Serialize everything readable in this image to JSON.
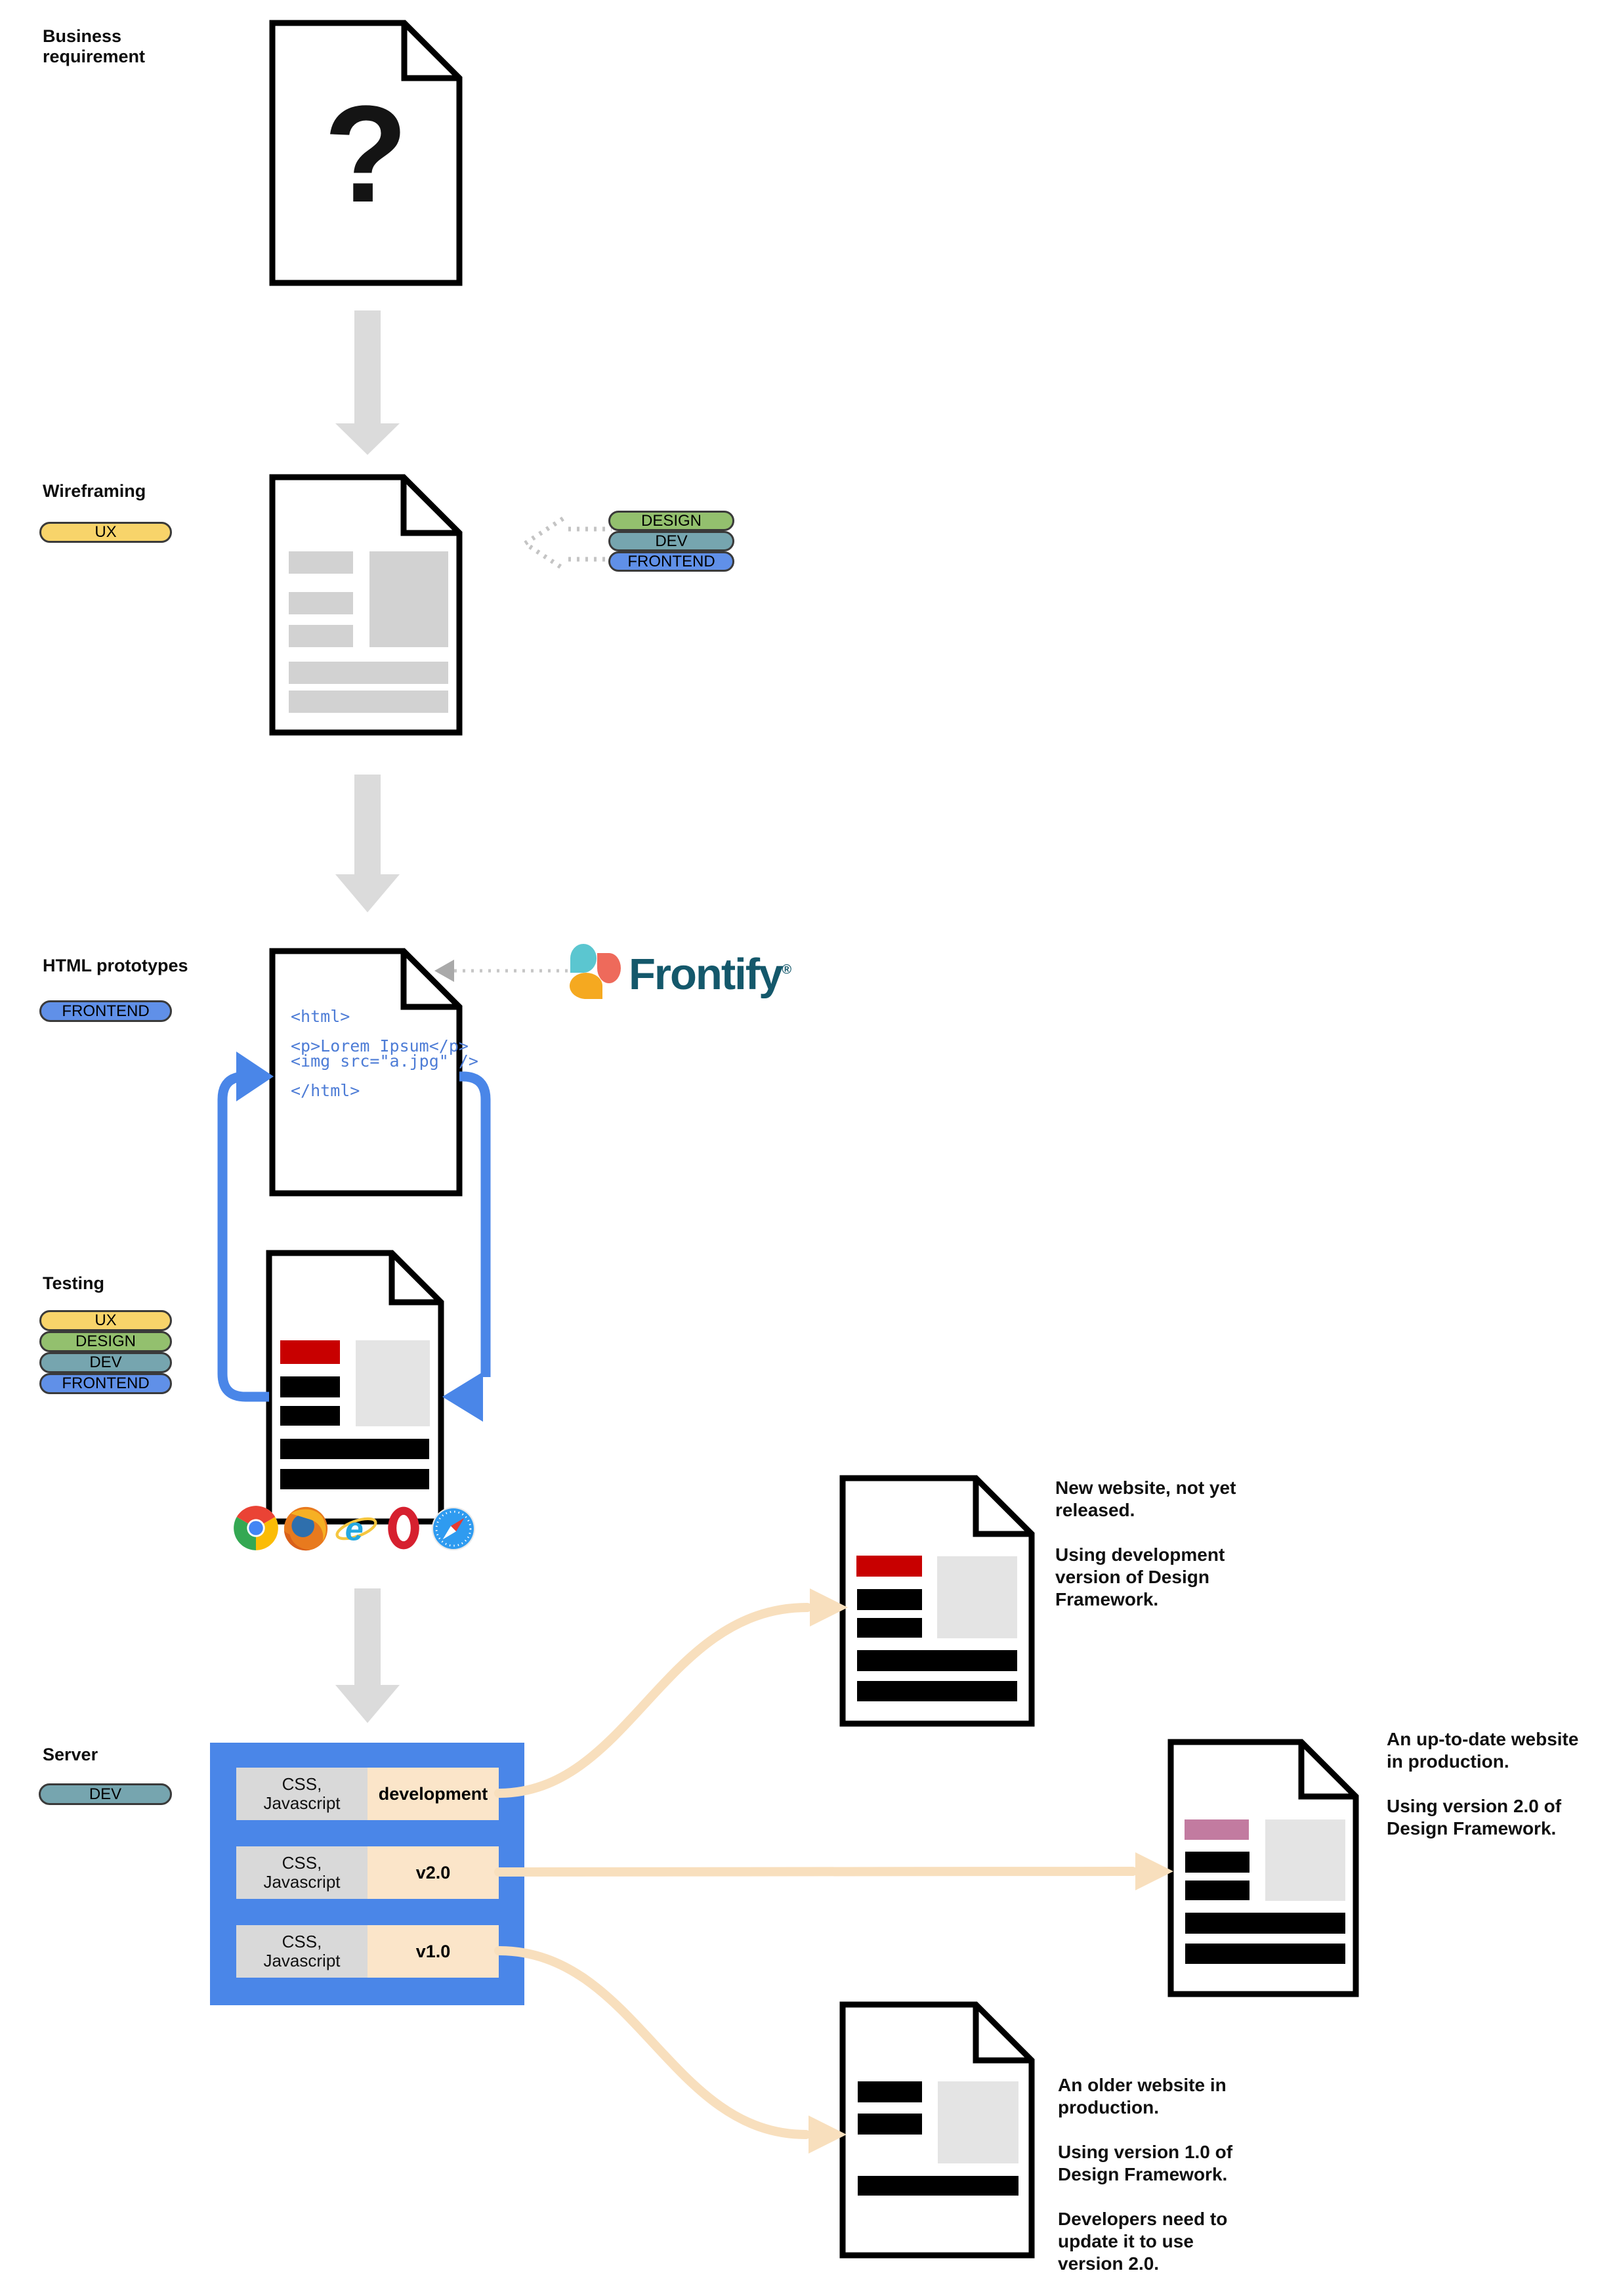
{
  "colors": {
    "flow_blue": "#4A86E8",
    "server_blue": "#4A86E8",
    "peach_fill": "#FBE5C9",
    "peach_line": "#F8DFBD",
    "gray_arrow": "#DBDBDB",
    "dotted_gray": "#C4C4C4",
    "red_bar": "#C80000",
    "pink_bar": "#C27BA0",
    "gray_box": "#E4E4E4",
    "wireframe_gray": "#D2D2D2",
    "badge_yellow": "#F8D46A",
    "badge_green": "#93C06E",
    "badge_teal": "#76A5AF",
    "badge_blue": "#6090E8",
    "code_blue": "#4D7CD6",
    "frontify_teal": "#5BC6D0",
    "frontify_coral": "#EE6A5B",
    "frontify_yellow": "#F5A920",
    "frontify_text": "#14586B"
  },
  "stages": {
    "business": {
      "label": "Business\nrequirement",
      "doc_glyph": "?"
    },
    "wireframing": {
      "label": "Wireframing",
      "badges": [
        {
          "label": "UX"
        }
      ],
      "roles": [
        {
          "label": "DESIGN"
        },
        {
          "label": "DEV"
        },
        {
          "label": "FRONTEND"
        }
      ]
    },
    "html_prototypes": {
      "label": "HTML prototypes",
      "badges": [
        {
          "label": "FRONTEND"
        }
      ],
      "code": "<html>\n\n<p>Lorem Ipsum</p>\n<img src=\"a.jpg\" />\n\n</html>",
      "tool": {
        "name": "Frontify",
        "registered": "®"
      }
    },
    "testing": {
      "label": "Testing",
      "badges": [
        {
          "label": "UX"
        },
        {
          "label": "DESIGN"
        },
        {
          "label": "DEV"
        },
        {
          "label": "FRONTEND"
        }
      ],
      "browser_icons": [
        "chrome-icon",
        "firefox-icon",
        "internet-explorer-icon",
        "opera-icon",
        "safari-icon"
      ]
    },
    "server": {
      "label": "Server",
      "badges": [
        {
          "label": "DEV"
        }
      ],
      "rows": [
        {
          "assets": "CSS,\nJavascript",
          "version": "development"
        },
        {
          "assets": "CSS,\nJavascript",
          "version": "v2.0"
        },
        {
          "assets": "CSS,\nJavascript",
          "version": "v1.0"
        }
      ]
    }
  },
  "annotations": [
    {
      "text": "New website, not yet\nreleased.\n\nUsing development\nversion of Design\nFramework."
    },
    {
      "text": "An up-to-date website\nin production.\n\nUsing version 2.0 of\nDesign Framework."
    },
    {
      "text": "An older website in\nproduction.\n\nUsing version 1.0 of\nDesign Framework.\n\nDevelopers need to\nupdate it to use\nversion 2.0."
    }
  ]
}
